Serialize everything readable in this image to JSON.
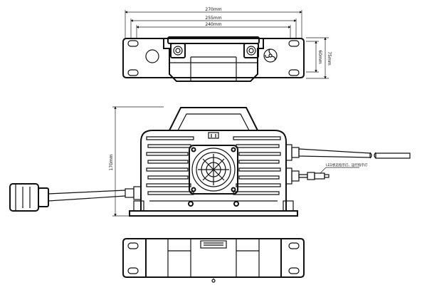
{
  "dimensions": {
    "overall_width": "270mm",
    "hole_spacing_outer": "255mm",
    "hole_spacing_inner": "240mm",
    "depth_inner": "60mm",
    "depth_outer": "75mm",
    "height": "170mm"
  },
  "annotations": {
    "cable_note": "LED状态指示灯、运行指示灯"
  }
}
